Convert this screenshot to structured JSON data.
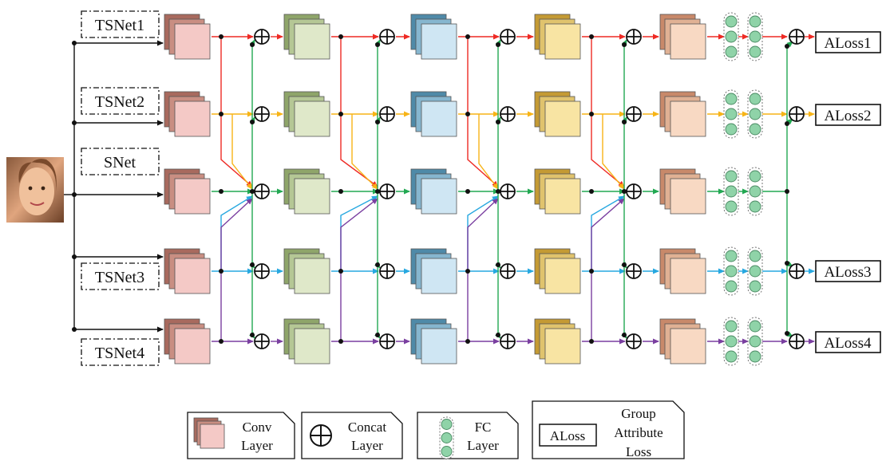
{
  "networks": {
    "tsnet1": "TSNet1",
    "tsnet2": "TSNet2",
    "snet": "SNet",
    "tsnet3": "TSNet3",
    "tsnet4": "TSNet4"
  },
  "losses": {
    "aloss1": "ALoss1",
    "aloss2": "ALoss2",
    "aloss3": "ALoss3",
    "aloss4": "ALoss4"
  },
  "legend": {
    "conv_line1": "Conv",
    "conv_line2": "Layer",
    "concat_line1": "Concat",
    "concat_line2": "Layer",
    "fc_line1": "FC",
    "fc_line2": "Layer",
    "aloss_box": "ALoss",
    "group_line1": "Group",
    "group_line2": "Attribute",
    "group_line3": "Loss"
  },
  "colors": {
    "row_tsnet1": "#ee2a24",
    "row_tsnet2": "#f7b417",
    "row_snet": "#22a852",
    "row_tsnet3": "#27a8e0",
    "row_tsnet4": "#7a3fa0",
    "conv_stage1": "#f4c9c6",
    "conv_stage2": "#dfe8c9",
    "conv_stage3": "#cfe6f3",
    "conv_stage4": "#f8e4a3",
    "conv_stage5": "#f8d9c3",
    "fc_node": "#8fd3a8"
  }
}
